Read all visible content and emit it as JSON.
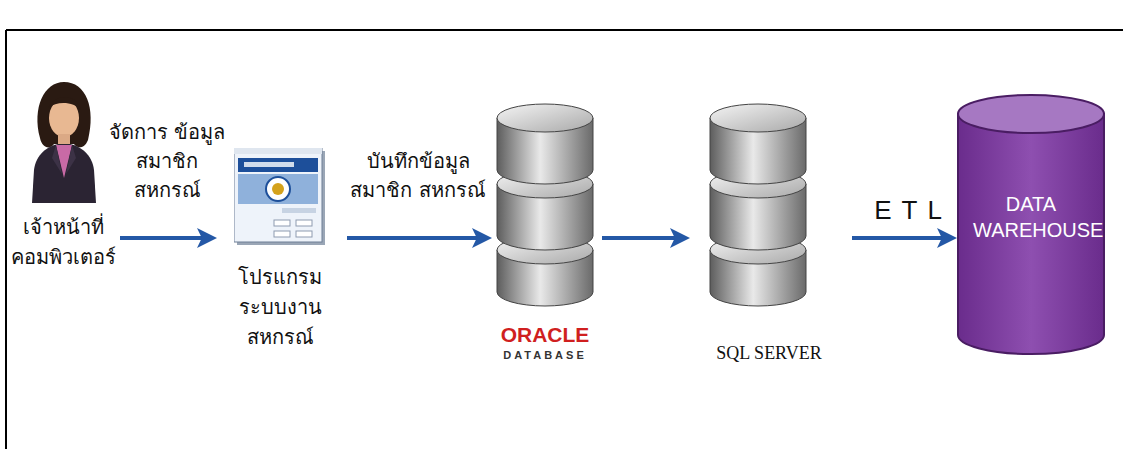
{
  "diagram": {
    "nodes": [
      {
        "text": [
          "เจ้าหน้าที่ คอมพิวเตอร์"
        ]
      },
      {
        "text": [
          "โปรแกรม ระบบงานสหกรณ์"
        ]
      },
      {
        "text": [
          "ORACLE",
          "DATABASE"
        ]
      },
      {
        "text": [
          "SQL SERVER"
        ]
      },
      {
        "text": [
          "DATA WAREHOUSE"
        ]
      }
    ],
    "edges": [
      {
        "from": 0,
        "to": 1,
        "arrow": "to",
        "label": "จัดการ ข้อมูลสมาชิก สหกรณ์"
      },
      {
        "from": 1,
        "to": 2,
        "arrow": "to",
        "label": "บันทึกข้อมูล สมาชิก สหกรณ์"
      },
      {
        "from": 2,
        "to": 3,
        "arrow": "to"
      },
      {
        "from": 3,
        "to": 4,
        "arrow": "to",
        "label": "ETL"
      }
    ]
  }
}
